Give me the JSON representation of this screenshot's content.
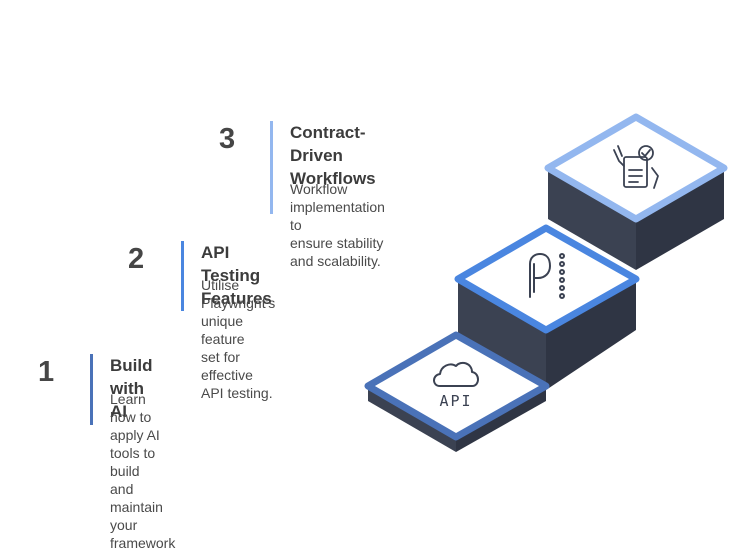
{
  "colors": {
    "step1_accent": "#4a72b8",
    "step2_accent": "#4a86e0",
    "step3_accent": "#93b7ef",
    "block_dark": "#3b4252",
    "text": "#3f3f3f"
  },
  "steps": [
    {
      "number": "1",
      "title": "Build with AI",
      "description_lines": [
        "Learn how to apply AI tools to build",
        "and maintain your framework"
      ],
      "icon": "cloud-api-icon",
      "icon_label": "API"
    },
    {
      "number": "2",
      "title": "API Testing Features",
      "description_lines": [
        "Utilise Playwright's unique feature",
        "set for effective API testing."
      ],
      "icon": "playwright-logo-icon"
    },
    {
      "number": "3",
      "title_lines": [
        "Contract-Driven",
        "Workflows"
      ],
      "description_lines": [
        "Workflow implementation to",
        "ensure stability and scalability."
      ],
      "icon": "hand-checklist-icon"
    }
  ]
}
